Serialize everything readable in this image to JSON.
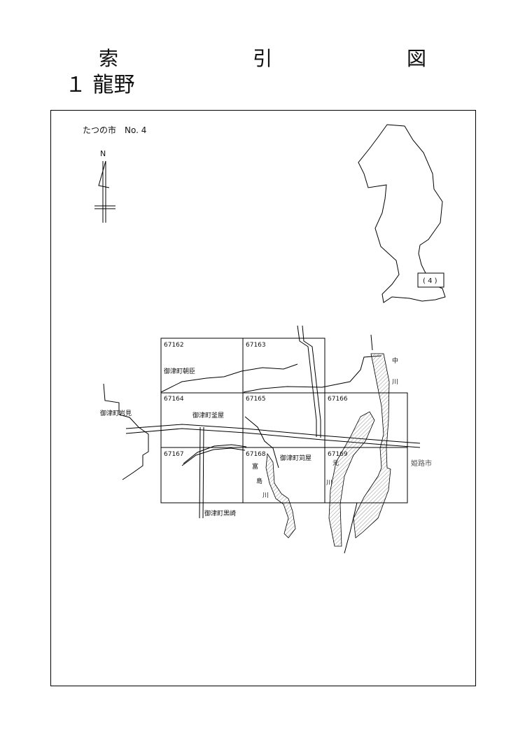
{
  "page": {
    "title": "索　引　図",
    "subtitle": "１ 龍野"
  },
  "map": {
    "header": "たつの市　No. 4",
    "north_label": "N",
    "inset_label": "( 4 )",
    "sheets": [
      "67162",
      "67163",
      "67164",
      "67165",
      "67166",
      "67167",
      "67168",
      "67169"
    ],
    "places": {
      "asaomi": "御津町朝臣",
      "iwami": "御津町岩見",
      "kamaya": "御津町釜屋",
      "kariya": "御津町苅屋",
      "kurosaki": "御津町黒崎",
      "himeji": "姫路市"
    },
    "rivers": {
      "nakagawa": [
        "中",
        "川"
      ],
      "tomishimagawa": [
        "富",
        "島",
        "川"
      ],
      "motogawa": [
        "元",
        "川"
      ]
    },
    "colors": {
      "line": "#000000",
      "city_label": "#555555",
      "hatch": "#666666"
    }
  }
}
